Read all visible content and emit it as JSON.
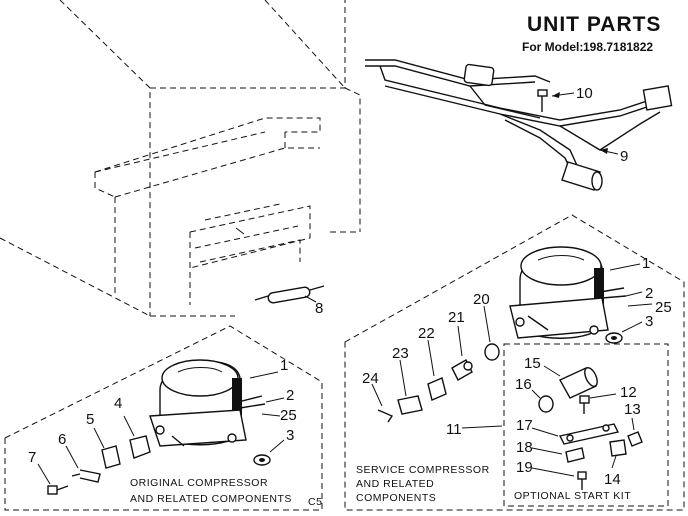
{
  "header": {
    "title": "UNIT PARTS",
    "model_label": "For Model:",
    "model_number": "198.7181822"
  },
  "callouts": {
    "c1a": "1",
    "c2a": "2",
    "c25a": "25",
    "c3a": "3",
    "c1b": "1",
    "c2b": "2",
    "c25b": "25",
    "c3b": "3",
    "c4": "4",
    "c5": "5",
    "c6": "6",
    "c7": "7",
    "c8": "8",
    "c9": "9",
    "c10": "10",
    "c11": "11",
    "c12": "12",
    "c13": "13",
    "c14": "14",
    "c15": "15",
    "c16": "16",
    "c17": "17",
    "c18": "18",
    "c19": "19",
    "c20": "20",
    "c21": "21",
    "c22": "22",
    "c23": "23",
    "c24": "24"
  },
  "captions": {
    "original_line1": "ORIGINAL COMPRESSOR",
    "original_line2": "AND RELATED COMPONENTS",
    "service_line1": "SERVICE COMPRESSOR",
    "service_line2": "AND RELATED",
    "service_line3": "COMPONENTS",
    "start_kit": "OPTIONAL START KIT",
    "page_code": "C5"
  }
}
